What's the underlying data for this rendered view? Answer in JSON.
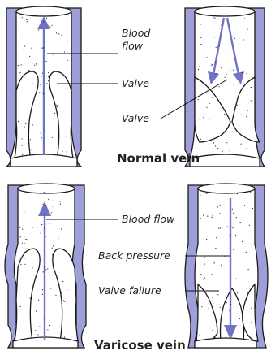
{
  "labels": {
    "blood_flow_line1": "Blood",
    "blood_flow_line2": "flow",
    "valve_top": "Valve",
    "valve_mid": "Valve",
    "normal_vein": "Normal vein",
    "blood_flow": "Blood flow",
    "back_pressure": "Back pressure",
    "valve_failure": "Valve failure",
    "varicose_vein": "Varicose vein"
  },
  "colors": {
    "vein_wall": "#9e9ed8",
    "flow_arrow": "#6f73c6",
    "background": "#ffffff",
    "outline": "#1a1a1a"
  }
}
